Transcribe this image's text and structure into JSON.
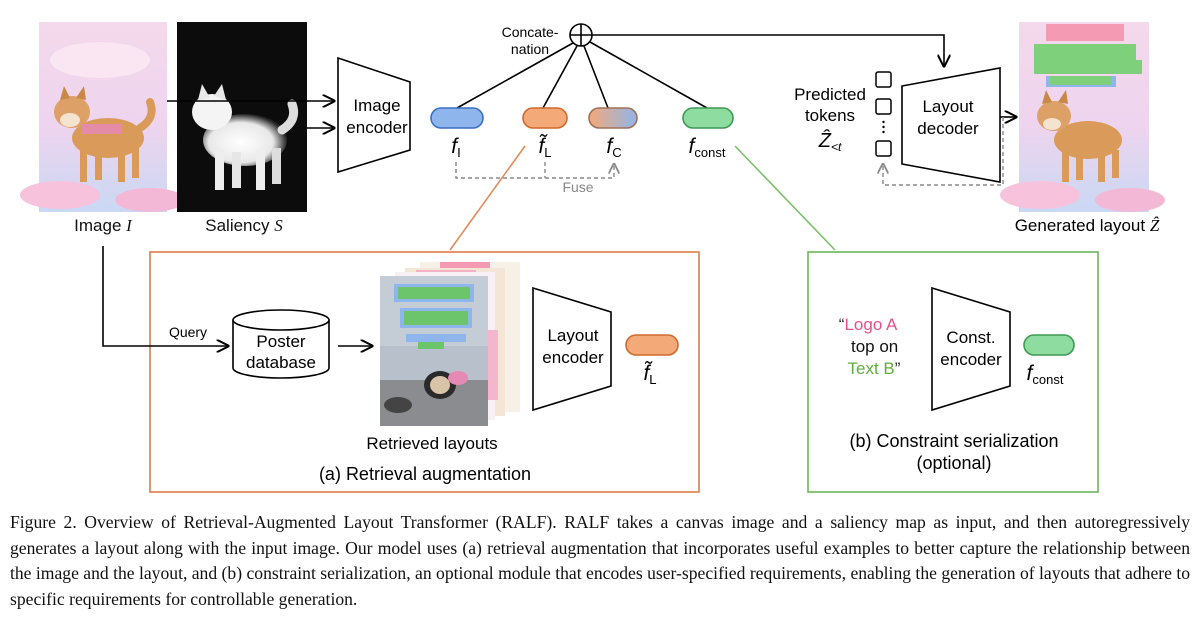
{
  "labels": {
    "image": "Image",
    "image_sym": "I",
    "saliency": "Saliency",
    "saliency_sym": "S",
    "image_encoder_1": "Image",
    "image_encoder_2": "encoder",
    "concat_1": "Concate-",
    "concat_2": "nation",
    "concat_symbol": "⊕",
    "f_i": "f",
    "f_i_sub": "I",
    "f_l": "f̃",
    "f_l_sub": "L",
    "f_c": "f",
    "f_c_sub": "C",
    "f_const": "f",
    "f_const_sub": "const",
    "fuse": "Fuse",
    "predicted_1": "Predicted",
    "predicted_2": "tokens",
    "z_hat": "Ẑ",
    "z_sub": "<t",
    "layout_decoder_1": "Layout",
    "layout_decoder_2": "decoder",
    "generated_layout": "Generated layout",
    "generated_sym": "Ẑ",
    "query": "Query",
    "poster_db_1": "Poster",
    "poster_db_2": "database",
    "retrieved_layouts": "Retrieved layouts",
    "layout_encoder_1": "Layout",
    "layout_encoder_2": "encoder",
    "retrieval_caption": "(a) Retrieval augmentation",
    "constraint_q1": "“",
    "constraint_logo": "Logo A",
    "constraint_mid": "top on",
    "constraint_text": "Text B",
    "constraint_q2": "”",
    "const_encoder_1": "Const.",
    "const_encoder_2": "encoder",
    "constraint_caption_1": "(b) Constraint serialization",
    "constraint_caption_2": "(optional)"
  },
  "caption": "Figure 2. Overview of Retrieval-Augmented Layout Transformer (RALF). RALF takes a canvas image and a saliency map as input, and then autoregressively generates a layout along with the input image. Our model uses (a) retrieval augmentation that incorporates useful examples to better capture the relationship between the image and the layout, and (b) constraint serialization, an optional module that encodes user-specified requirements, enabling the generation of layouts that adhere to specific requirements for controllable generation.",
  "colors": {
    "blue_token": "#8fb6ec",
    "orange_token": "#f3a978",
    "green_token": "#8fdca0",
    "retrieval_border": "#e08a5a",
    "constraint_border": "#7cbf6a",
    "logo_pink": "#e8508a",
    "text_green": "#5fae3e"
  },
  "icons": [
    "dog-photo",
    "saliency-map",
    "database-cylinder",
    "poster-stack",
    "concatenation-circle-plus"
  ]
}
